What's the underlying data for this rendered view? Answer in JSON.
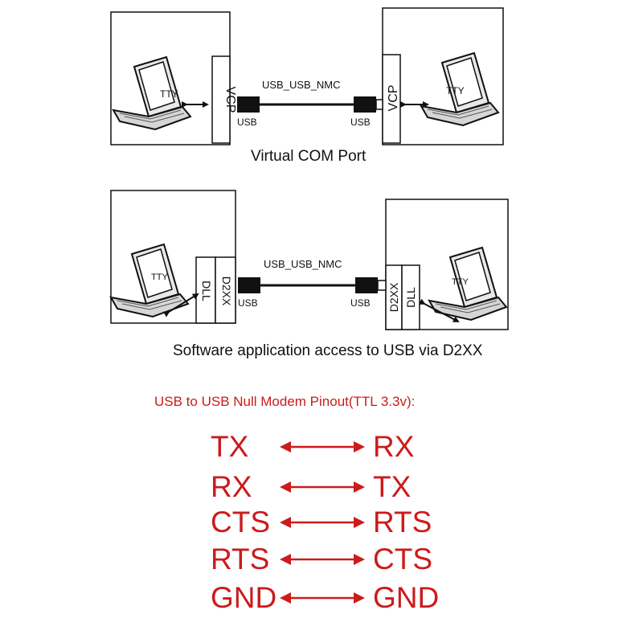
{
  "top_diagram": {
    "left_pc": {
      "screen_label": "TTY",
      "port_label": "VCP",
      "usb_label": "USB"
    },
    "right_pc": {
      "screen_label": "TTY",
      "port_label": "VCP",
      "usb_label": "USB"
    },
    "cable_label": "USB_USB_NMC",
    "caption": "Virtual COM Port"
  },
  "bottom_diagram": {
    "left_pc": {
      "screen_label": "TTY",
      "dll_label": "DLL",
      "d2xx_label": "D2XX",
      "usb_label": "USB"
    },
    "right_pc": {
      "screen_label": "TTY",
      "dll_label": "DLL",
      "d2xx_label": "D2XX",
      "usb_label": "USB"
    },
    "cable_label": "USB_USB_NMC",
    "caption": "Software application access to USB via D2XX"
  },
  "pinout": {
    "title": "USB to USB Null Modem Pinout(TTL 3.3v):",
    "color": "#cc1b1b",
    "rows": [
      {
        "left": "TX",
        "right": "RX"
      },
      {
        "left": "RX",
        "right": "TX"
      },
      {
        "left": "CTS",
        "right": "RTS"
      },
      {
        "left": "RTS",
        "right": "CTS"
      },
      {
        "left": "GND",
        "right": "GND"
      }
    ]
  }
}
